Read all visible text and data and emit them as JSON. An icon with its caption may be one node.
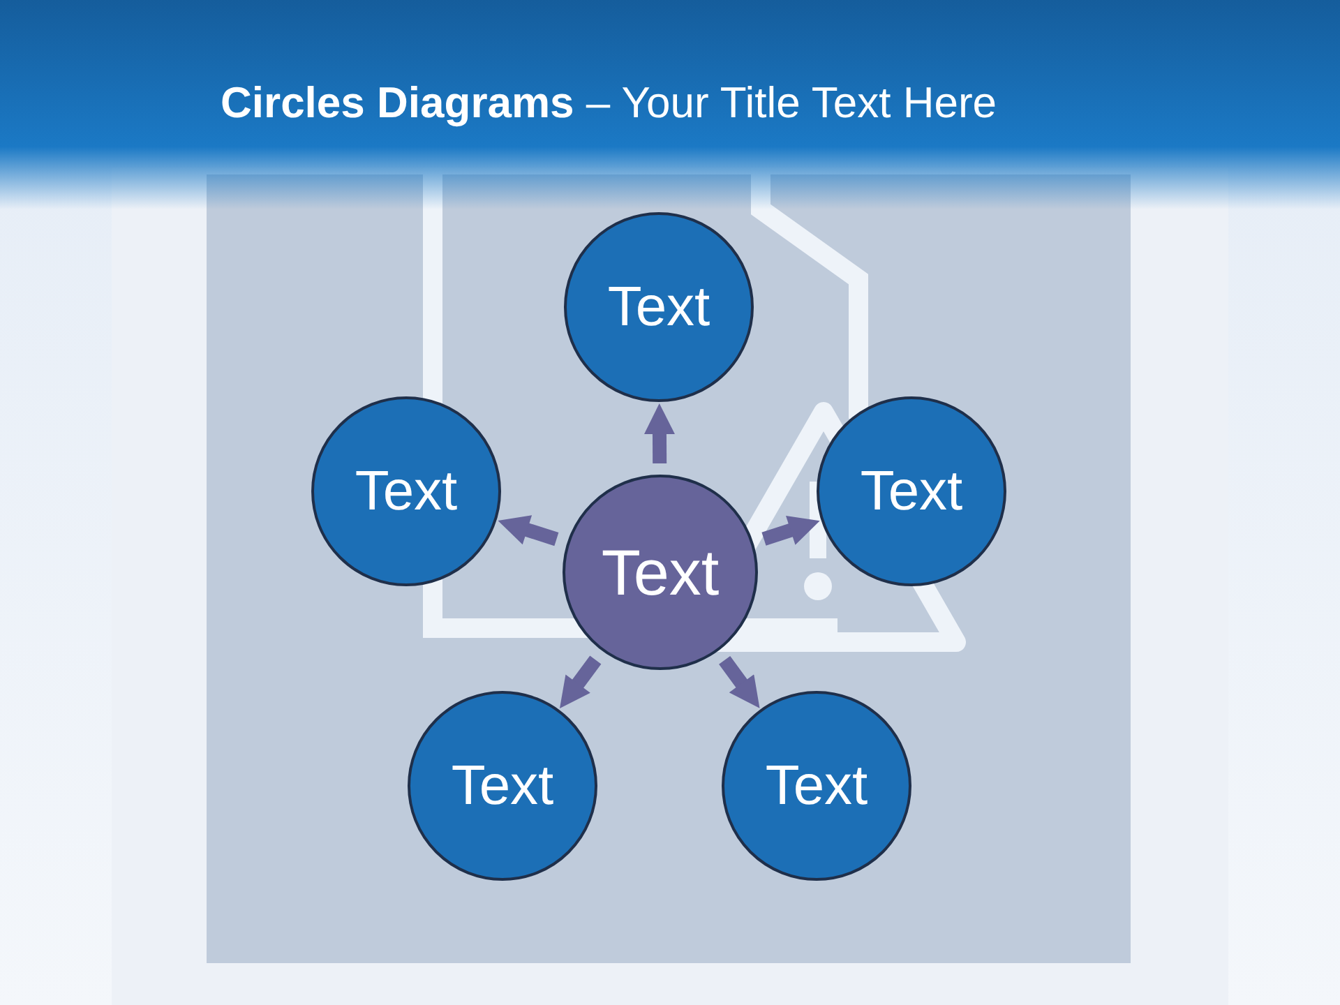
{
  "diagram": {
    "title": "**Circles Diagrams** – Your Title Text Here",
    "nodes": [
      {
        "text": [
          "Text"
        ]
      },
      {
        "text": [
          "Text"
        ]
      },
      {
        "text": [
          "Text"
        ]
      },
      {
        "text": [
          "Text"
        ]
      },
      {
        "text": [
          "Text"
        ]
      },
      {
        "text": [
          "Text"
        ]
      }
    ],
    "edges": [
      {
        "from": 0,
        "to": 1,
        "arrow": "to"
      },
      {
        "from": 0,
        "to": 2,
        "arrow": "to"
      },
      {
        "from": 0,
        "to": 3,
        "arrow": "to"
      },
      {
        "from": 0,
        "to": 4,
        "arrow": "to"
      },
      {
        "from": 0,
        "to": 5,
        "arrow": "to"
      }
    ]
  }
}
